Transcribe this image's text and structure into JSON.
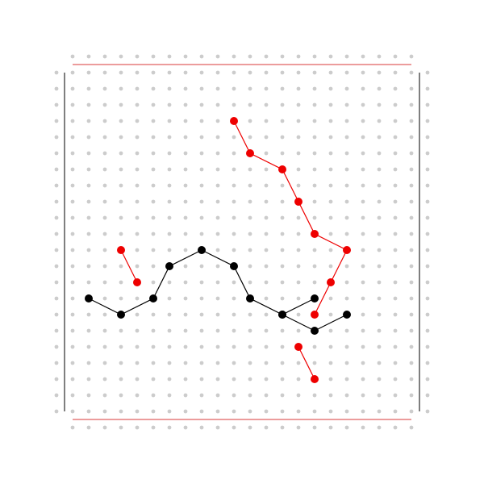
{
  "board": {
    "grid_columns": 24,
    "grid_rows": 24,
    "dot_color": "#cccccc",
    "border_colors": {
      "horizontal": "#e06060",
      "vertical": "#555555"
    }
  },
  "paths": [
    {
      "player": "red",
      "color": "#ee0000",
      "segments": [
        [
          [
            11,
            4
          ],
          [
            12,
            6
          ],
          [
            14,
            7
          ],
          [
            15,
            9
          ],
          [
            16,
            11
          ],
          [
            18,
            12
          ],
          [
            17,
            14
          ],
          [
            16,
            16
          ]
        ],
        [
          [
            4,
            12
          ],
          [
            5,
            14
          ]
        ],
        [
          [
            15,
            18
          ],
          [
            16,
            20
          ]
        ]
      ]
    },
    {
      "player": "black",
      "color": "#000000",
      "segments": [
        [
          [
            2,
            15
          ],
          [
            4,
            16
          ],
          [
            6,
            15
          ],
          [
            7,
            13
          ],
          [
            9,
            12
          ],
          [
            11,
            13
          ],
          [
            12,
            15
          ],
          [
            14,
            16
          ],
          [
            16,
            17
          ],
          [
            18,
            16
          ]
        ],
        [
          [
            14,
            16
          ],
          [
            16,
            15
          ]
        ]
      ]
    }
  ]
}
